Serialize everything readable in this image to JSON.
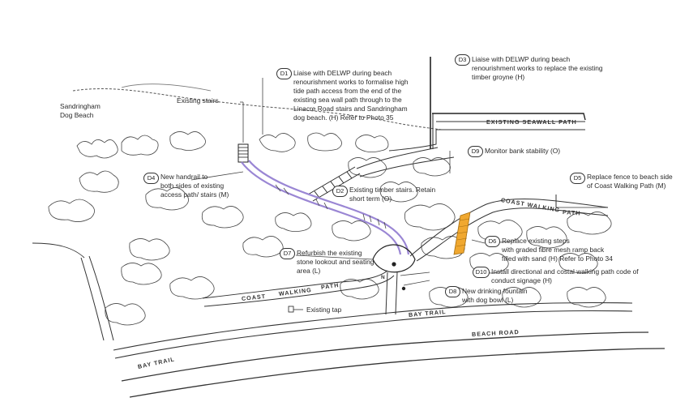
{
  "place_labels": {
    "dog_beach": "Sandringham\nDog Beach",
    "existing_stairs": "Existing stairs",
    "existing_tap": "Existing tap"
  },
  "road_labels": {
    "seawall_path": "EXISTING SEAWALL PATH",
    "coast_walking_path_right_1": "COAST WALKING",
    "coast_walking_path_right_2": "PATH",
    "coast_walking_path_left_1": "COAST",
    "coast_walking_path_left_2": "WALKING",
    "coast_walking_path_left_3": "PATH",
    "bay_trail_mid": "BAY TRAIL",
    "bay_trail_left": "BAY TRAIL",
    "beach_road": "BEACH ROAD",
    "north_marker": "N"
  },
  "annotations": [
    {
      "tag": "D1",
      "text": "Liaise with DELWP during beach\nrenourishment works to formalise high\ntide path access from the end of the\nexisting sea wall path through to the\nLinacre Road stairs and Sandringham\ndog beach. (H) Refer to Photo 35"
    },
    {
      "tag": "D2",
      "text": "Existing timber stairs. Retain\nshort term (O)"
    },
    {
      "tag": "D3",
      "text": "Liaise with DELWP during beach\nrenourishment works to replace the existing\ntimber groyne (H)"
    },
    {
      "tag": "D4",
      "text": "New handrail to\nboth sides of existing\naccess path/ stairs (M)"
    },
    {
      "tag": "D5",
      "text": "Replace fence to beach side\nof Coast Walking Path (M)"
    },
    {
      "tag": "D6",
      "text": "Replace existing steps\nwith graded fibre mesh ramp back\nfilled with sand (H) Refer to Photo 34"
    },
    {
      "tag": "D7",
      "text": "Refurbish the existing\nstone lookout and seating\narea (L)"
    },
    {
      "tag": "D8",
      "text": "New drinking fountain\nwith dog bowl (L)"
    },
    {
      "tag": "D9",
      "text": "Monitor bank stability (O)"
    },
    {
      "tag": "D10",
      "text": "Install directional and costal walking path code of\nconduct signage (H)"
    }
  ],
  "colors": {
    "handrail_path": "#9a86d4",
    "ramp": "#f0a830",
    "linework": "#333333"
  }
}
